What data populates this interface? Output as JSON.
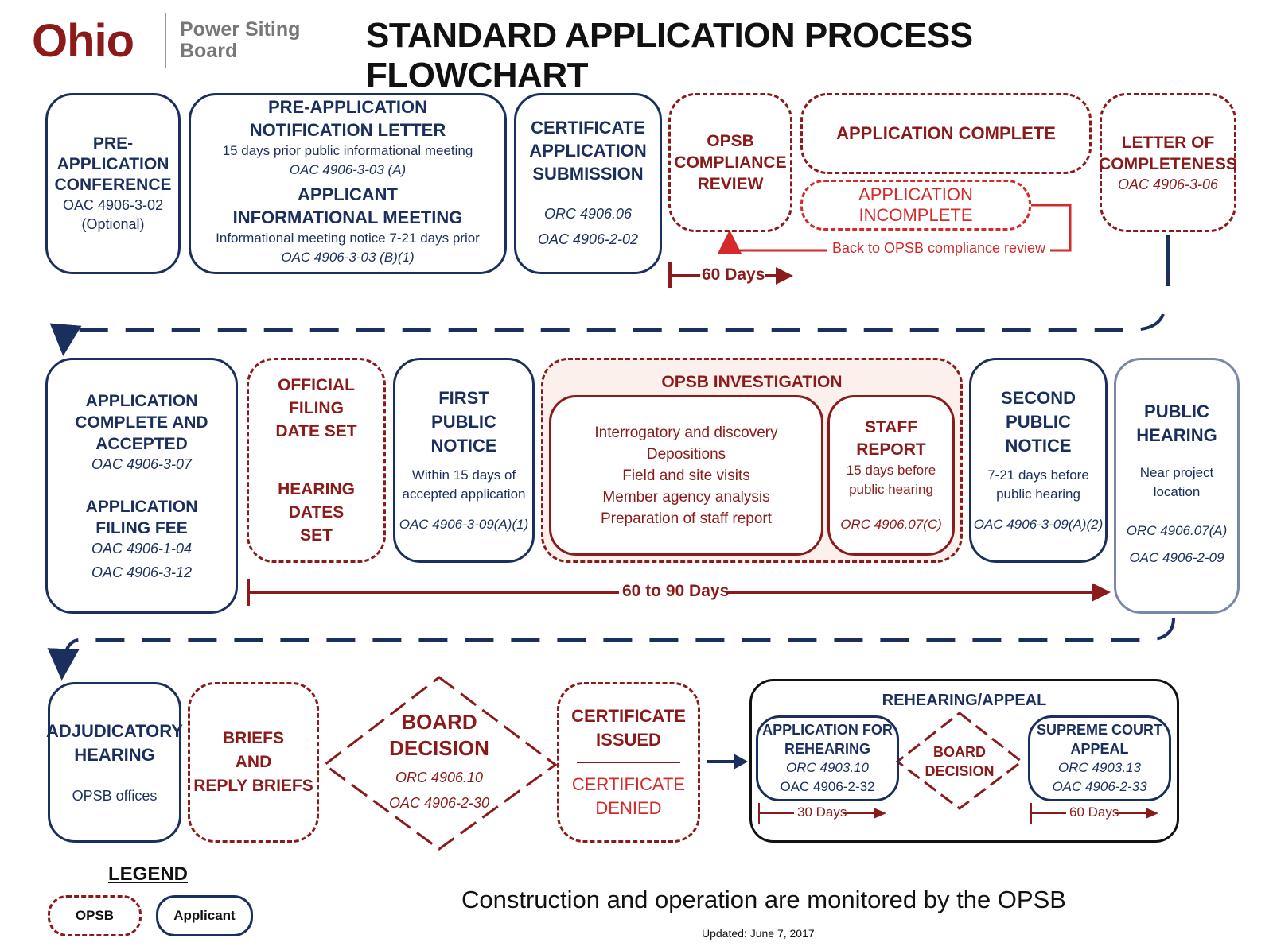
{
  "header": {
    "logo_ohio": "Ohio",
    "logo_line1": "Power Siting",
    "logo_line2": "Board",
    "title": "STANDARD APPLICATION PROCESS FLOWCHART"
  },
  "row1": {
    "pre_app_conf": {
      "title": "PRE-\nAPPLICATION\nCONFERENCE",
      "ref": "OAC 4906-3-02",
      "note": "(Optional)"
    },
    "pre_app_letter": {
      "title": "PRE-APPLICATION\nNOTIFICATION LETTER",
      "note": "15 days prior public informational meeting",
      "ref": "OAC 4906-3-03 (A)",
      "title2": "APPLICANT\nINFORMATIONAL MEETING",
      "note2": "Informational meeting notice 7-21 days prior",
      "ref2": "OAC 4906-3-03 (B)(1)"
    },
    "cert_submission": {
      "title": "CERTIFICATE\nAPPLICATION\nSUBMISSION",
      "ref1": "ORC 4906.06",
      "ref2": "OAC 4906-2-02"
    },
    "compliance_review": {
      "title": "OPSB\nCOMPLIANCE\nREVIEW"
    },
    "app_complete": {
      "title": "APPLICATION COMPLETE"
    },
    "app_incomplete": {
      "title": "APPLICATION INCOMPLETE"
    },
    "back_to_review": "Back to OPSB compliance review",
    "letter_completeness": {
      "title": "LETTER OF\nCOMPLETENESS",
      "ref": "OAC 4906-3-06"
    },
    "days_60": "60 Days"
  },
  "row2": {
    "complete_accepted": {
      "title": "APPLICATION\nCOMPLETE AND\nACCEPTED",
      "ref": "OAC 4906-3-07",
      "title2": "APPLICATION\nFILING FEE",
      "ref2": "OAC 4906-1-04",
      "ref3": "OAC 4906-3-12"
    },
    "official_filing": {
      "title": "OFFICIAL FILING\nDATE SET",
      "title2": "HEARING DATES\nSET"
    },
    "first_notice": {
      "title": "FIRST\nPUBLIC\nNOTICE",
      "note": "Within 15 days of\naccepted application",
      "ref": "OAC 4906-3-09(A)(1)"
    },
    "investigation": {
      "title": "OPSB INVESTIGATION",
      "items": [
        "Interrogatory and discovery",
        "Depositions",
        "Field and site visits",
        "Member agency analysis",
        "Preparation of staff report"
      ]
    },
    "staff_report": {
      "title": "STAFF REPORT",
      "note": "15 days before\npublic hearing",
      "ref": "ORC 4906.07(C)"
    },
    "second_notice": {
      "title": "SECOND\nPUBLIC\nNOTICE",
      "note": "7-21 days before\npublic hearing",
      "ref": "OAC 4906-3-09(A)(2)"
    },
    "public_hearing": {
      "title": "PUBLIC\nHEARING",
      "note": "Near project\nlocation",
      "ref1": "ORC 4906.07(A)",
      "ref2": "OAC 4906-2-09"
    },
    "days_60_90": "60 to 90 Days"
  },
  "row3": {
    "adjudicatory": {
      "title": "ADJUDICATORY\nHEARING",
      "note": "OPSB offices"
    },
    "briefs": {
      "title": "BRIEFS\nAND\nREPLY BRIEFS"
    },
    "board_decision": {
      "title": "BOARD\nDECISION",
      "ref1": "ORC 4906.10",
      "ref2": "OAC 4906-2-30"
    },
    "cert_issued": "CERTIFICATE\nISSUED",
    "cert_denied": "CERTIFICATE\nDENIED",
    "rehearing": {
      "title": "REHEARING/APPEAL",
      "app_rehearing": {
        "title": "APPLICATION FOR\nREHEARING",
        "ref1": "ORC 4903.10",
        "ref2": "OAC 4906-2-32"
      },
      "board_decision": "BOARD\nDECISION",
      "supreme": {
        "title": "SUPREME COURT\nAPPEAL",
        "ref1": "ORC 4903.13",
        "ref2": "OAC 4906-2-33"
      },
      "days_30": "30 Days",
      "days_60": "60 Days"
    }
  },
  "legend": {
    "title": "LEGEND",
    "opsb": "OPSB",
    "applicant": "Applicant"
  },
  "footer": {
    "monitored": "Construction and operation are monitored by the OPSB",
    "updated": "Updated: June 7, 2017"
  },
  "colors": {
    "applicant": "#1b2f5e",
    "opsb": "#8b1a1a",
    "incomplete": "#d42a2a"
  }
}
